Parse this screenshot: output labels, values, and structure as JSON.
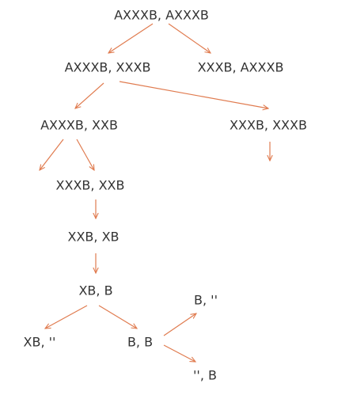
{
  "nodes": {
    "n0": "AXXXB, AXXXB",
    "n1": "AXXXB, XXXB",
    "n2": "XXXB, AXXXB",
    "n3": "AXXXB, XXB",
    "n4": "XXXB, XXXB",
    "n5": "XXXB, XXB",
    "n6": "XXB, XB",
    "n7": "XB, B",
    "n8": "XB, ''",
    "n9": "B, B",
    "n10": "B, ''",
    "n11": "'', B"
  },
  "edges": [
    [
      "n0",
      "n1"
    ],
    [
      "n0",
      "n2"
    ],
    [
      "n1",
      "n3"
    ],
    [
      "n1",
      "n4"
    ],
    [
      "n3",
      "n5"
    ],
    [
      "n5",
      "n6"
    ],
    [
      "n6",
      "n7"
    ],
    [
      "n7",
      "n8"
    ],
    [
      "n7",
      "n9"
    ],
    [
      "n9",
      "n10"
    ],
    [
      "n9",
      "n11"
    ]
  ],
  "colors": {
    "edge": "#e07b4f",
    "text": "#333333",
    "background": "#ffffff"
  }
}
